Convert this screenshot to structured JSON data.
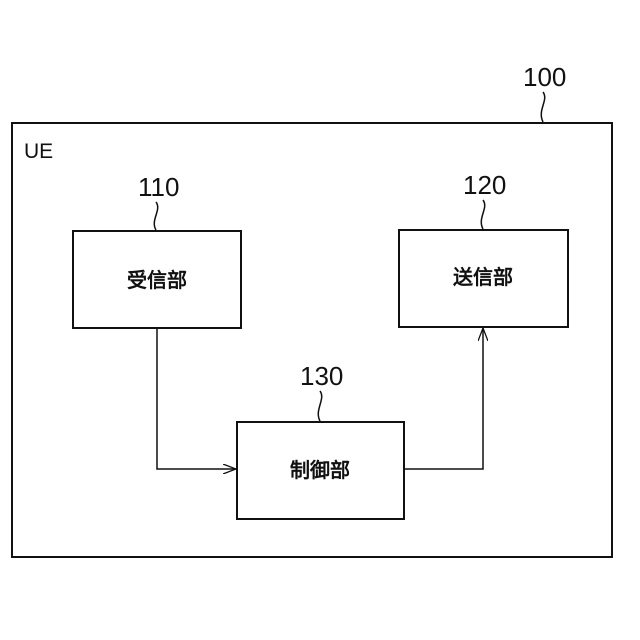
{
  "device": {
    "ref": "100",
    "label": "UE"
  },
  "blocks": {
    "receiver": {
      "ref": "110",
      "label": "受信部"
    },
    "transmitter": {
      "ref": "120",
      "label": "送信部"
    },
    "controller": {
      "ref": "130",
      "label": "制御部"
    }
  }
}
